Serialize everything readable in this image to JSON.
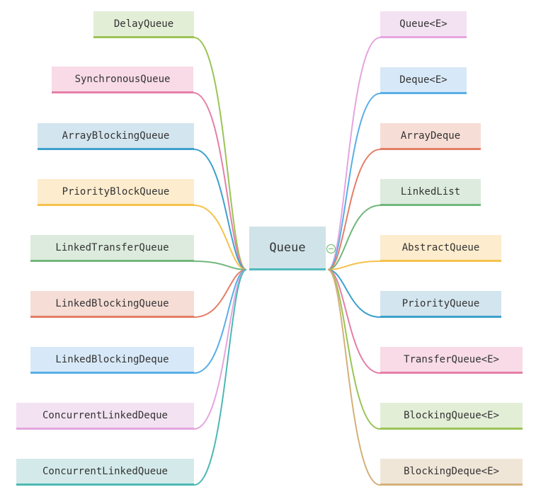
{
  "center": {
    "label": "Queue",
    "fill": "#cfe3e8",
    "border": "#4fb9bd"
  },
  "collapse_icon": "minus-circle-icon",
  "left_nodes": [
    {
      "label": "DelayQueue",
      "fill": "#e3eed7",
      "color": "#9bc455"
    },
    {
      "label": "SynchronousQueue",
      "fill": "#f8dbe6",
      "color": "#e57fa7"
    },
    {
      "label": "ArrayBlockingQueue",
      "fill": "#d3e5ee",
      "color": "#3ea0cc"
    },
    {
      "label": "PriorityBlockQueue",
      "fill": "#fdeccd",
      "color": "#f5c24c"
    },
    {
      "label": "LinkedTransferQueue",
      "fill": "#dcebdd",
      "color": "#71b77d"
    },
    {
      "label": "LinkedBlockingQueue",
      "fill": "#f6ddd6",
      "color": "#e47e66"
    },
    {
      "label": "LinkedBlockingDeque",
      "fill": "#d7e9f8",
      "color": "#5aaee8"
    },
    {
      "label": "ConcurrentLinkedDeque",
      "fill": "#f3e2f2",
      "color": "#e5a5df"
    },
    {
      "label": "ConcurrentLinkedQueue",
      "fill": "#d4eaea",
      "color": "#4cb8b4"
    }
  ],
  "right_nodes": [
    {
      "label": "Queue<E>",
      "fill": "#f3e2f2",
      "color": "#e5a5df"
    },
    {
      "label": "Deque<E>",
      "fill": "#d7e9f8",
      "color": "#5aaee8"
    },
    {
      "label": "ArrayDeque",
      "fill": "#f6ddd6",
      "color": "#e47e66"
    },
    {
      "label": "LinkedList",
      "fill": "#dcebdd",
      "color": "#71b77d"
    },
    {
      "label": "AbstractQueue",
      "fill": "#fdeccd",
      "color": "#f5c24c"
    },
    {
      "label": "PriorityQueue",
      "fill": "#d3e5ee",
      "color": "#3ea0cc"
    },
    {
      "label": "TransferQueue<E>",
      "fill": "#f8dbe6",
      "color": "#e57fa7"
    },
    {
      "label": "BlockingQueue<E>",
      "fill": "#e3eed7",
      "color": "#9bc455"
    },
    {
      "label": "BlockingDeque<E>",
      "fill": "#f0e6d8",
      "color": "#d4b07a"
    }
  ]
}
